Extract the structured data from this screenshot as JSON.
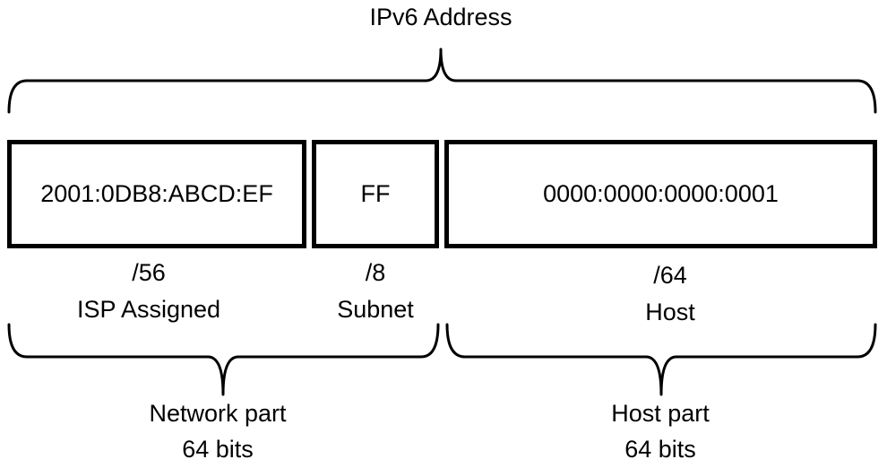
{
  "title": "IPv6 Address",
  "segments": [
    {
      "value": "2001:0DB8:ABCD:EF",
      "prefix": "/56",
      "label": "ISP Assigned"
    },
    {
      "value": "FF",
      "prefix": "/8",
      "label": "Subnet"
    },
    {
      "value": "0000:0000:0000:0001",
      "prefix": "/64",
      "label": "Host"
    }
  ],
  "parts": [
    {
      "name": "Network part",
      "bits": "64 bits"
    },
    {
      "name": "Host part",
      "bits": "64 bits"
    }
  ]
}
